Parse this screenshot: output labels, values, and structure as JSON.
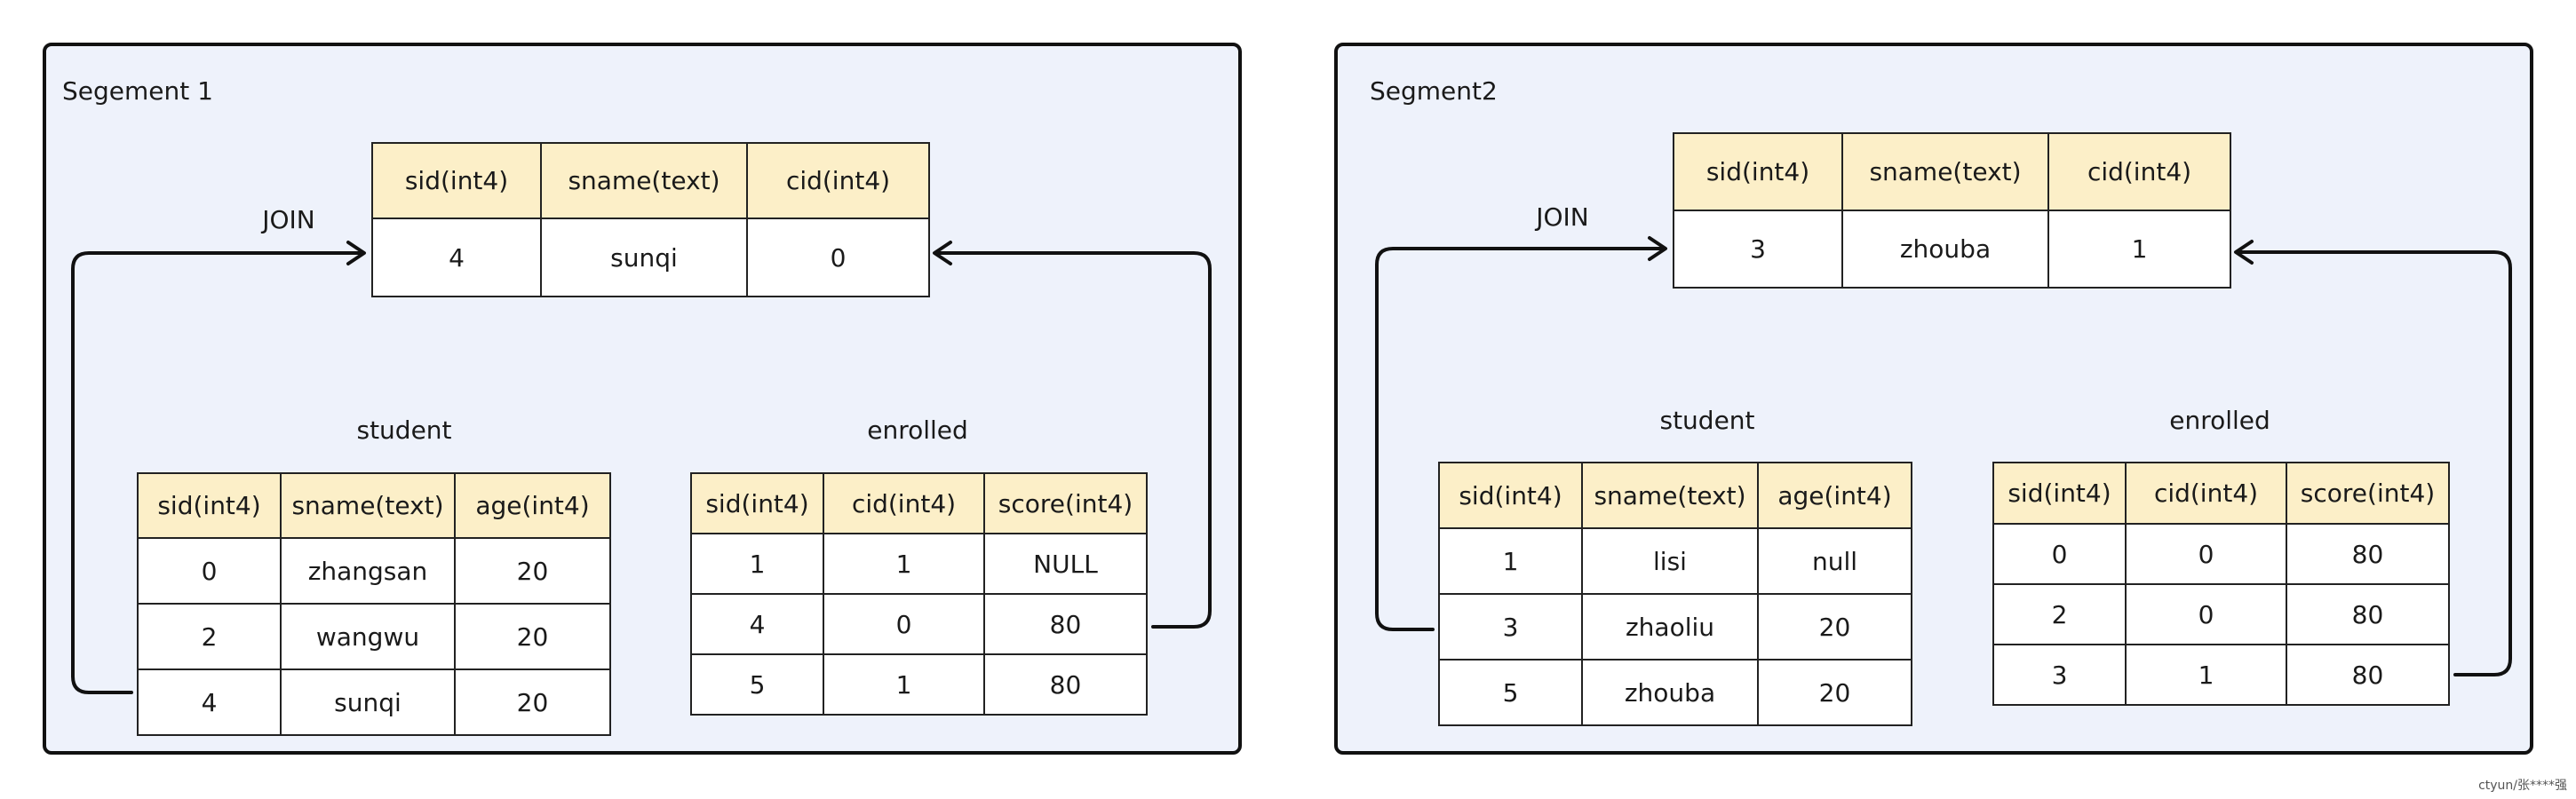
{
  "segments": [
    {
      "title": "Segement 1",
      "join_label": "JOIN",
      "result": {
        "headers": [
          "sid(int4)",
          "sname(text)",
          "cid(int4)"
        ],
        "rows": [
          [
            "4",
            "sunqi",
            "0"
          ]
        ]
      },
      "student": {
        "caption": "student",
        "headers": [
          "sid(int4)",
          "sname(text)",
          "age(int4)"
        ],
        "rows": [
          [
            "0",
            "zhangsan",
            "20"
          ],
          [
            "2",
            "wangwu",
            "20"
          ],
          [
            "4",
            "sunqi",
            "20"
          ]
        ]
      },
      "enrolled": {
        "caption": "enrolled",
        "headers": [
          "sid(int4)",
          "cid(int4)",
          "score(int4)"
        ],
        "rows": [
          [
            "1",
            "1",
            "NULL"
          ],
          [
            "4",
            "0",
            "80"
          ],
          [
            "5",
            "1",
            "80"
          ]
        ]
      }
    },
    {
      "title": "Segment2",
      "join_label": "JOIN",
      "result": {
        "headers": [
          "sid(int4)",
          "sname(text)",
          "cid(int4)"
        ],
        "rows": [
          [
            "3",
            "zhouba",
            "1"
          ]
        ]
      },
      "student": {
        "caption": "student",
        "headers": [
          "sid(int4)",
          "sname(text)",
          "age(int4)"
        ],
        "rows": [
          [
            "1",
            "lisi",
            "null"
          ],
          [
            "3",
            "zhaoliu",
            "20"
          ],
          [
            "5",
            "zhouba",
            "20"
          ]
        ]
      },
      "enrolled": {
        "caption": "enrolled",
        "headers": [
          "sid(int4)",
          "cid(int4)",
          "score(int4)"
        ],
        "rows": [
          [
            "0",
            "0",
            "80"
          ],
          [
            "2",
            "0",
            "80"
          ],
          [
            "3",
            "1",
            "80"
          ]
        ]
      }
    }
  ],
  "watermark": "ctyun/张****强"
}
